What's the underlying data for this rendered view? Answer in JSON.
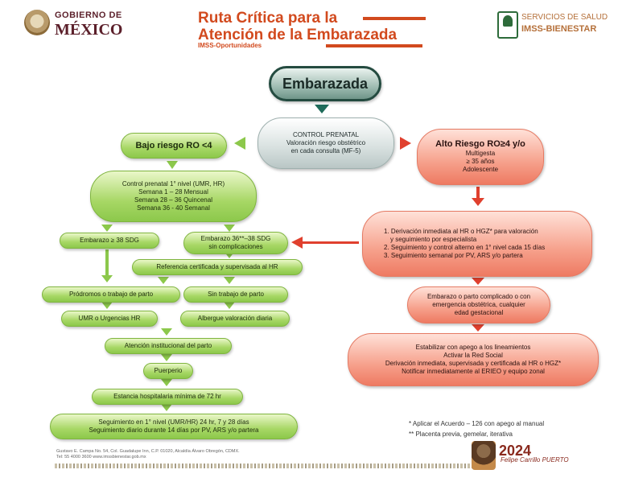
{
  "header": {
    "gob_line1": "GOBIERNO DE",
    "gob_line2": "MÉXICO",
    "title_line1": "Ruta Crítica para la",
    "title_line2": "Atención de la Embarazada",
    "subtitle": "IMSS-Oportunidades",
    "imss_line1": "SERVICIOS DE SALUD",
    "imss_line2": "IMSS-BIENESTAR"
  },
  "flow": {
    "start": "Embarazada",
    "control_title": "CONTROL PRENATAL",
    "control_line2": "Valoración riesgo obstétrico",
    "control_line3": "en cada consulta (MF-5)",
    "low_risk": "Bajo riesgo RO <4",
    "high_risk": "Alto Riesgo RO≥4 y/o",
    "high_risk_items": [
      "Multigesta",
      "≥ 35 años",
      "Adolescente"
    ],
    "low_control": [
      "Control prenatal 1° nivel (UMR, HR)",
      "Semana 1 – 28 Mensual",
      "Semana  28 – 36 Quincenal",
      "Semana 36 - 40 Semanal"
    ],
    "high_actions": [
      "1. Derivación inmediata al HR o HGZ* para valoración",
      "y seguimiento por especialista",
      "2. Seguimiento y control alterno en 1° nivel cada 15 días",
      "3. Seguimiento semanal por PV, ARS y/o partera"
    ],
    "emb_38": "Embarazo ≥ 38 SDG",
    "emb_36_l1": "Embarazo 36**–38 SDG",
    "emb_36_l2": "sin complicaciones",
    "referencia": "Referencia certificada y supervisada al HR",
    "prodromos": "Pródromos o trabajo de parto",
    "sin_trabajo": "Sin trabajo de parto",
    "umr_urgencias": "UMR o Urgencias HR",
    "albergue": "Albergue valoración diaria",
    "atencion": "Atención institucional del parto",
    "puerperio": "Puerperio",
    "estancia": "Estancia hospitalaria mínima de 72 hr",
    "seguimiento_l1": "Seguimiento en 1° nivel (UMR/HR) 24 hr, 7 y 28 días",
    "seguimiento_l2": "Seguimiento diario durante 14 días por PV, ARS y/o partera",
    "complicado_l1": "Embarazo o parto complicado o con",
    "complicado_l2": "emergencia obstétrica, cualquier",
    "complicado_l3": "edad gestacional",
    "estabilizar": [
      "Estabilizar con apego a los lineamientos",
      "Activar la Red Social",
      "Derivación inmediata, supervisada y certificada al HR o HGZ*",
      "Notificar inmediatamente al ERIEO y equipo zonal"
    ]
  },
  "notes": {
    "note1": "* Aplicar el Acuerdo – 126 con apego al manual",
    "note2": "** Placenta previa, gemelar, iterativa"
  },
  "footer": {
    "address_l1": "Gustavo E. Campa No. 54, Col. Guadalupe Inn, C.P. 01020, Alcaldía Álvaro Obregón, CDMX.",
    "address_l2": "Tel: 55 4000 3600  www.imssbienestar.gob.mx",
    "year": "2024",
    "year_sub": "Felipe Carrillo PUERTO"
  },
  "colors": {
    "green": "#8cc84b",
    "red": "#ee7a62",
    "arrow_green": "#8cc84b",
    "arrow_red": "#e0402e",
    "arrow_teal": "#1f6b5a",
    "title": "#d24a1e"
  }
}
